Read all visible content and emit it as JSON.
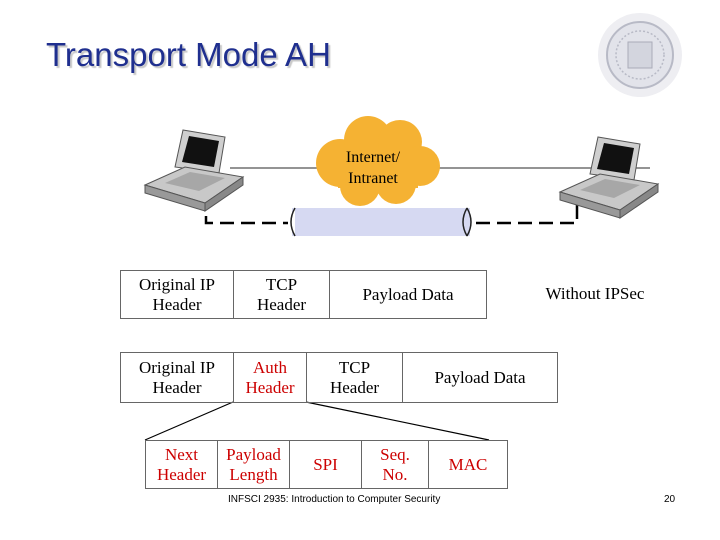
{
  "title": "Transport Mode AH",
  "cloud_label": "Internet/\nIntranet",
  "rows": {
    "without": {
      "cells": [
        "Original IP\nHeader",
        "TCP\nHeader",
        "Payload Data"
      ],
      "label": "Without IPSec"
    },
    "with": {
      "cells": [
        "Original IP\nHeader",
        "Auth\nHeader",
        "TCP\nHeader",
        "Payload Data"
      ]
    },
    "auth_fields": [
      "Next\nHeader",
      "Payload\nLength",
      "SPI",
      "Seq.\nNo.",
      "MAC"
    ]
  },
  "footer": "INFSCI 2935: Introduction to Computer Security",
  "page_number": "20",
  "colors": {
    "title": "#1f2f8f",
    "cloud": "#f5b233",
    "tunnel": "#d6d9f2",
    "auth_text": "#cc0000"
  },
  "icons": [
    "university-seal-icon",
    "laptop-icon",
    "cloud-icon"
  ]
}
